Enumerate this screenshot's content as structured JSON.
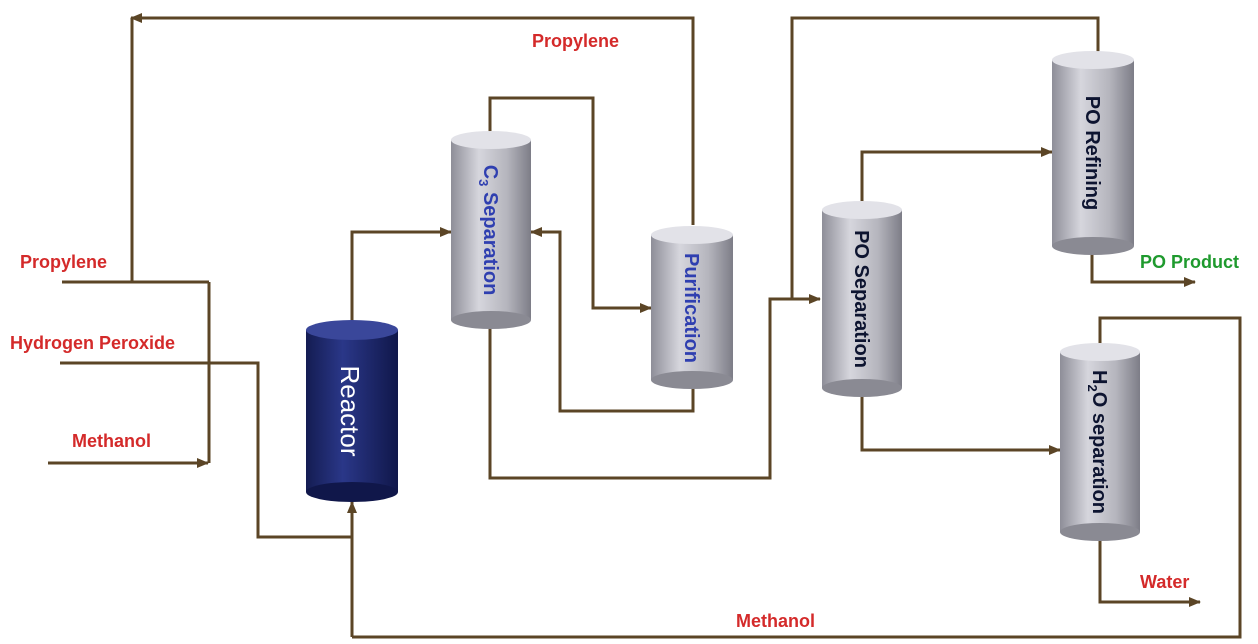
{
  "units": {
    "reactor": "Reactor",
    "c3_separation": {
      "main": "C",
      "sub": "3",
      "rest": " Separation"
    },
    "purification": "Purification",
    "po_separation": "PO Separation",
    "po_refining": "PO Refining",
    "h2o_separation": {
      "main": "H",
      "sub": "2",
      "rest": "O separation"
    }
  },
  "streams": {
    "feed_propylene": "Propylene",
    "feed_hydrogen_peroxide": "Hydrogen Peroxide",
    "feed_methanol": "Methanol",
    "recycle_propylene": "Propylene",
    "recycle_methanol": "Methanol",
    "po_product": "PO Product",
    "water": "Water"
  },
  "colors": {
    "pipe": "#5b4526",
    "feed_label": "#d42a2a",
    "product_label": "#1f9a2e",
    "reactor_fill": "#1a2466",
    "column_fill": "#b9b9c2",
    "unit_text_blue": "#2f3fb0",
    "unit_text_dark": "#0d1430"
  }
}
